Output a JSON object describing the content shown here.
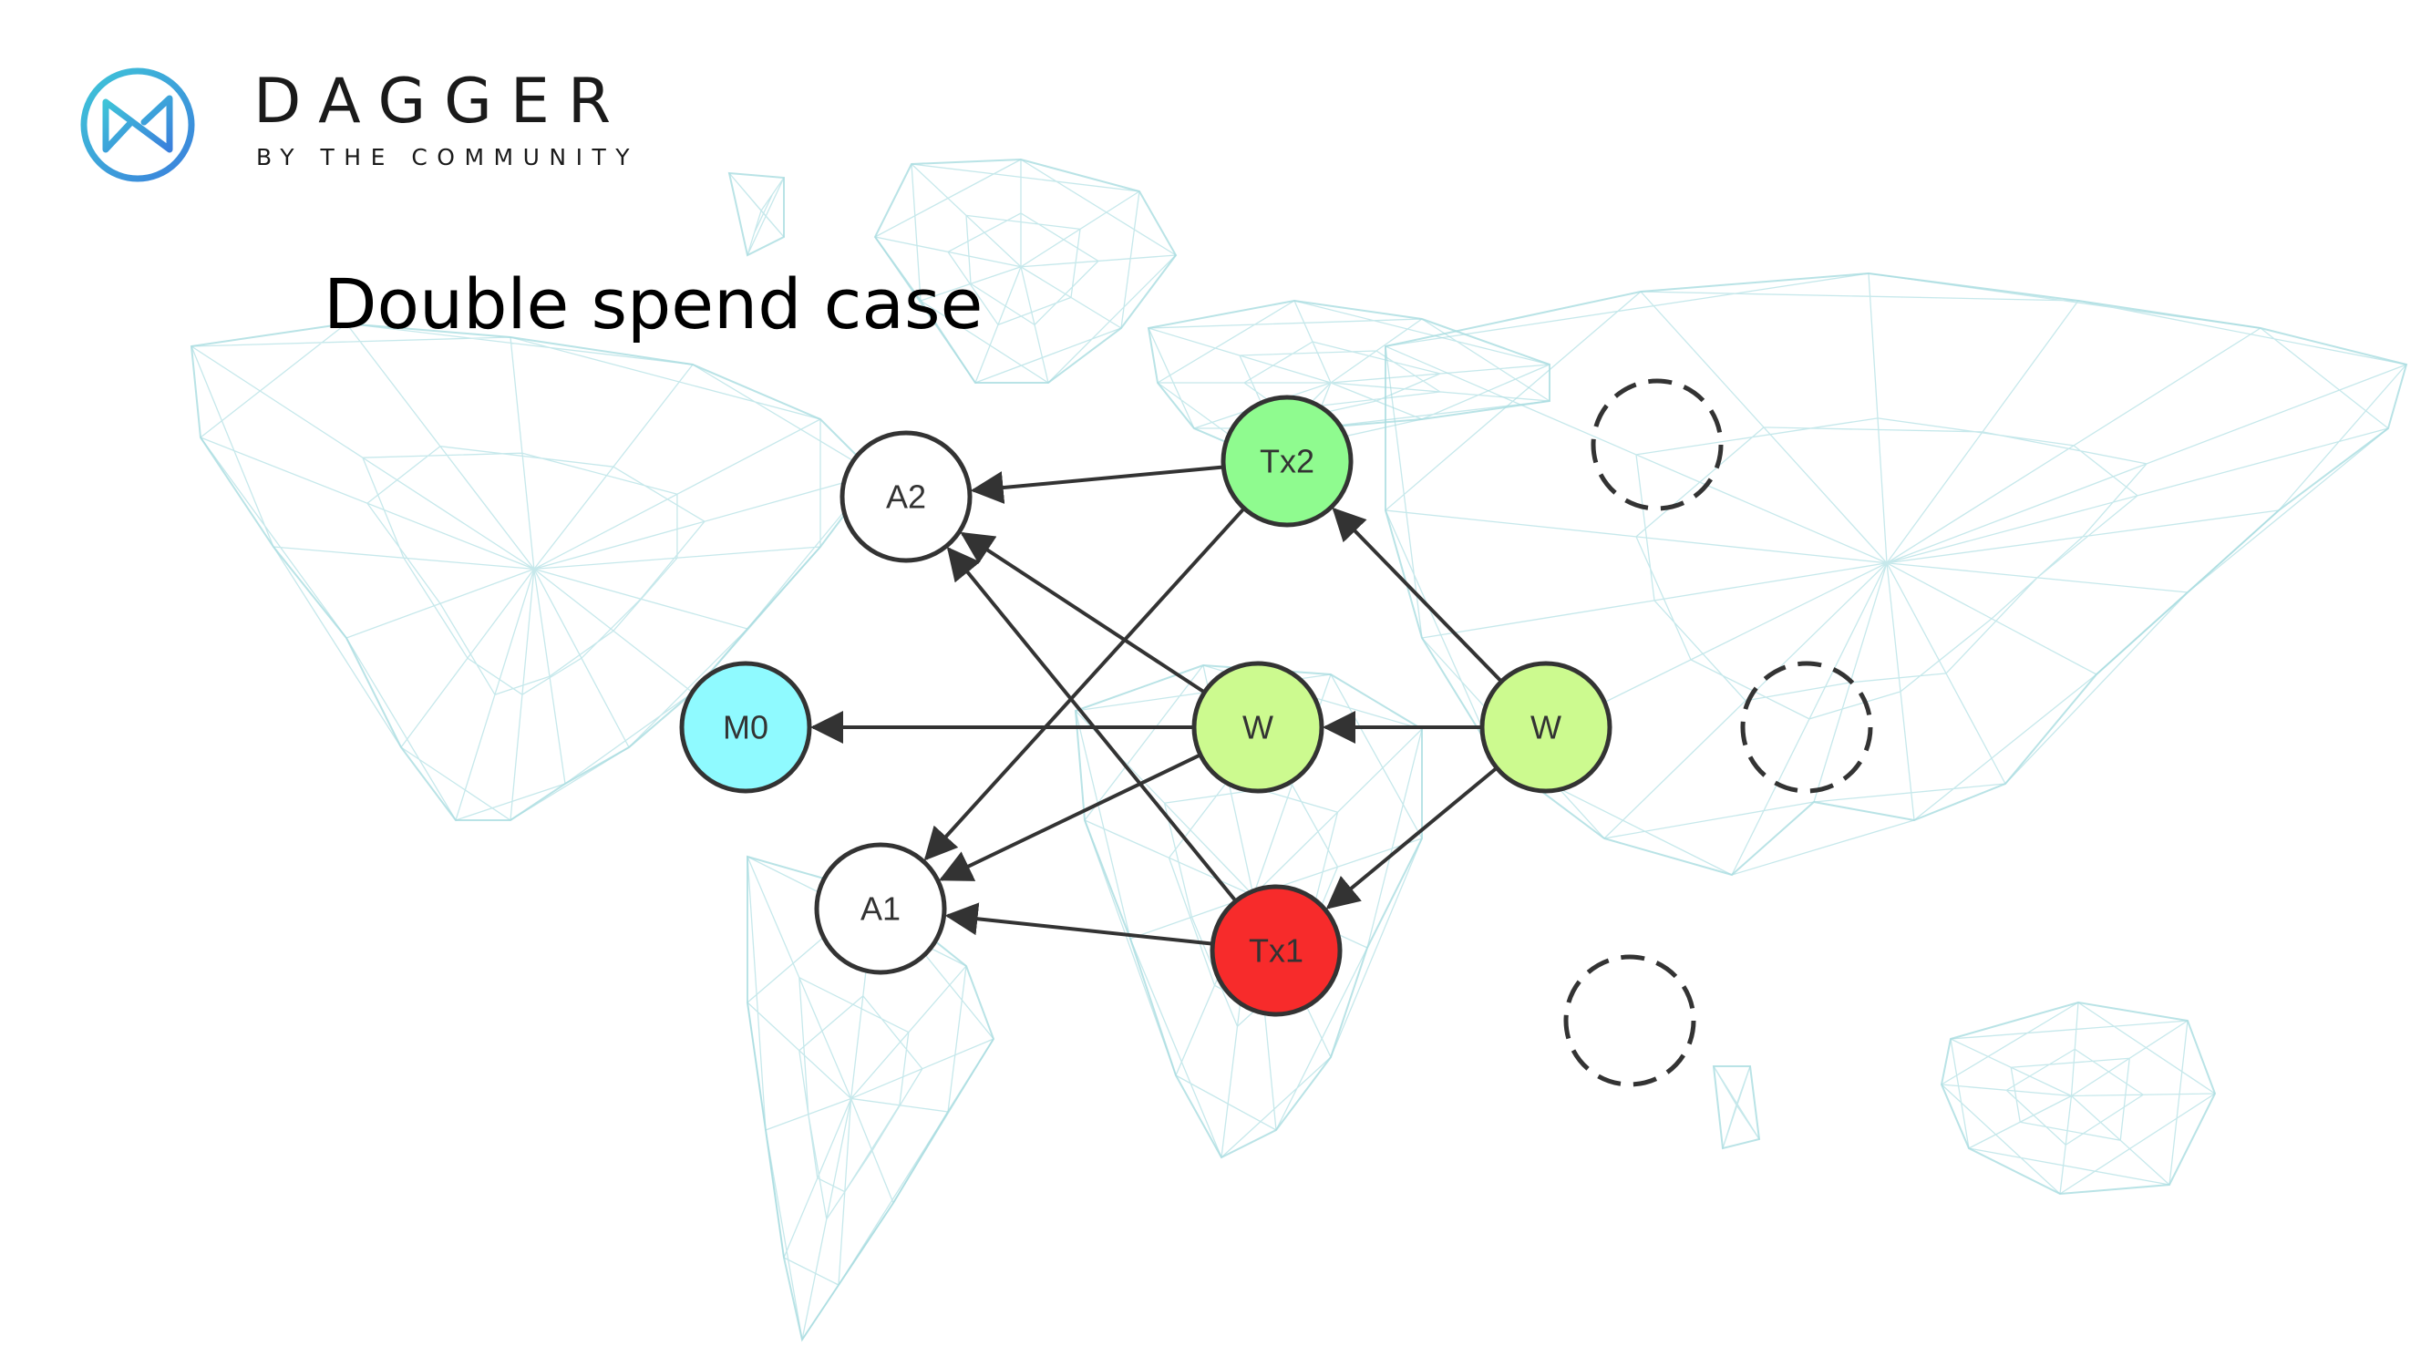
{
  "brand": {
    "name": "DAGGER",
    "tagline": "BY THE COMMUNITY",
    "logo_icon": "dagger-logo-icon",
    "logo_color": "#3ab0d9"
  },
  "slide": {
    "title": "Double spend case"
  },
  "diagram": {
    "nodes": [
      {
        "id": "a2",
        "label": "A2",
        "fill": "#ffffff",
        "stroke": "solid"
      },
      {
        "id": "tx2",
        "label": "Tx2",
        "fill": "#8ffb8f",
        "stroke": "solid"
      },
      {
        "id": "m0",
        "label": "M0",
        "fill": "#8ffaff",
        "stroke": "solid"
      },
      {
        "id": "w1",
        "label": "W",
        "fill": "#ccfa8f",
        "stroke": "solid"
      },
      {
        "id": "w2",
        "label": "W",
        "fill": "#ccfa8f",
        "stroke": "solid"
      },
      {
        "id": "a1",
        "label": "A1",
        "fill": "#ffffff",
        "stroke": "solid"
      },
      {
        "id": "tx1",
        "label": "Tx1",
        "fill": "#f72b2b",
        "stroke": "solid"
      },
      {
        "id": "p1",
        "label": "",
        "fill": "none",
        "stroke": "dashed"
      },
      {
        "id": "p2",
        "label": "",
        "fill": "none",
        "stroke": "dashed"
      },
      {
        "id": "p3",
        "label": "",
        "fill": "none",
        "stroke": "dashed"
      }
    ],
    "edges": [
      {
        "from": "tx2",
        "to": "a2"
      },
      {
        "from": "tx2",
        "to": "a1"
      },
      {
        "from": "w1",
        "to": "a2"
      },
      {
        "from": "w1",
        "to": "m0"
      },
      {
        "from": "w1",
        "to": "a1"
      },
      {
        "from": "tx1",
        "to": "a2"
      },
      {
        "from": "tx1",
        "to": "a1"
      },
      {
        "from": "w2",
        "to": "tx2"
      },
      {
        "from": "w2",
        "to": "w1"
      },
      {
        "from": "w2",
        "to": "tx1"
      }
    ],
    "edge_color": "#333333",
    "node_stroke_color": "#333333"
  },
  "background": {
    "map_color": "#a8dce0"
  }
}
